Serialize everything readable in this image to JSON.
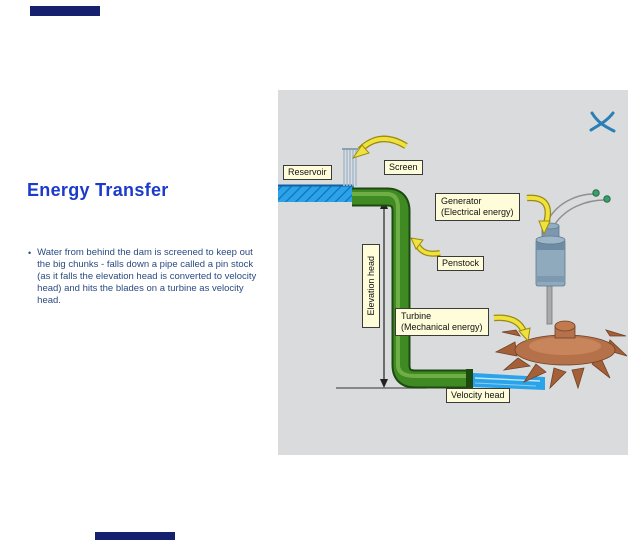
{
  "slide": {
    "title": "Energy Transfer",
    "bullet_marker": "•",
    "bullet_text": "Water from behind the dam is screened to keep out the big chunks - falls down a pipe called a pin stock (as it falls the elevation head is converted to velocity head) and hits the blades on a turbine as velocity head."
  },
  "diagram": {
    "labels": {
      "reservoir": "Reservoir",
      "screen": "Screen",
      "generator_line1": "Generator",
      "generator_line2": "(Electrical energy)",
      "penstock": "Penstock",
      "elevation_head": "Elevation head",
      "turbine_line1": "Turbine",
      "turbine_line2": "(Mechanical energy)",
      "velocity_head": "Velocity head"
    },
    "colors": {
      "panel_bg": "#dadbdc",
      "label_bg": "#fffcd9",
      "pipe_green": "#3f8a22",
      "water_blue": "#2ba3e8",
      "callout_yellow": "#efe23e",
      "turbine_brown": "#b5714a",
      "generator_gray": "#8fa9bd",
      "accent_navy": "#15206e",
      "title_blue": "#1c3bcb",
      "body_text_blue": "#2a4a80"
    }
  }
}
